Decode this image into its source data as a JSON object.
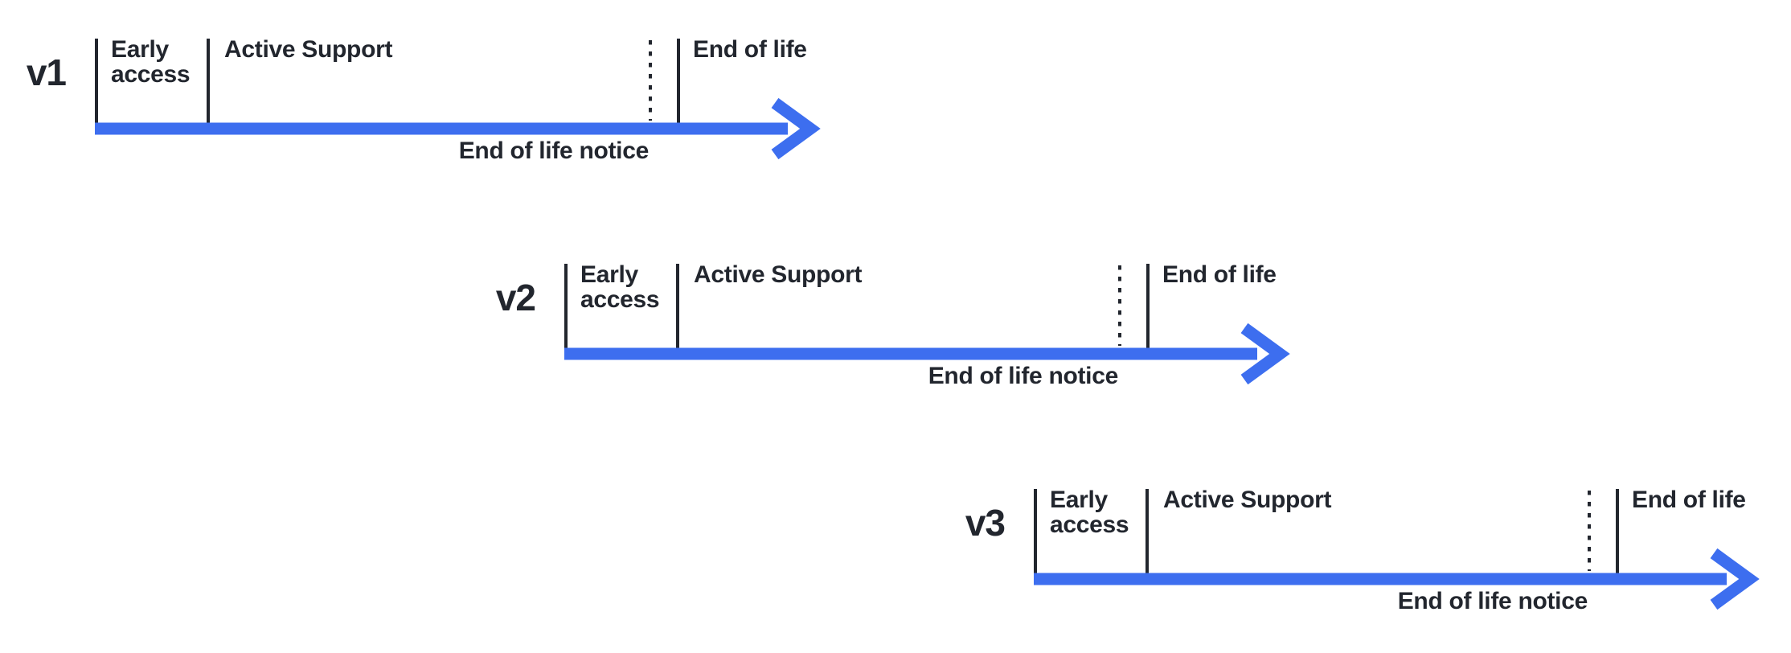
{
  "diagram": {
    "type": "release-lifecycle-timelines",
    "colors": {
      "background": "#ffffff",
      "arrow_blue": "#3d6eef",
      "text_and_ticks": "#22262e"
    },
    "timelines": [
      {
        "version": "v1",
        "phases": {
          "early_access": "Early access",
          "active_support": "Active Support",
          "end_of_life": "End of life"
        },
        "arrow_caption": "End of life notice"
      },
      {
        "version": "v2",
        "phases": {
          "early_access": "Early access",
          "active_support": "Active Support",
          "end_of_life": "End of life"
        },
        "arrow_caption": "End of life notice"
      },
      {
        "version": "v3",
        "phases": {
          "early_access": "Early access",
          "active_support": "Active Support",
          "end_of_life": "End of life"
        },
        "arrow_caption": "End of life notice"
      }
    ]
  }
}
